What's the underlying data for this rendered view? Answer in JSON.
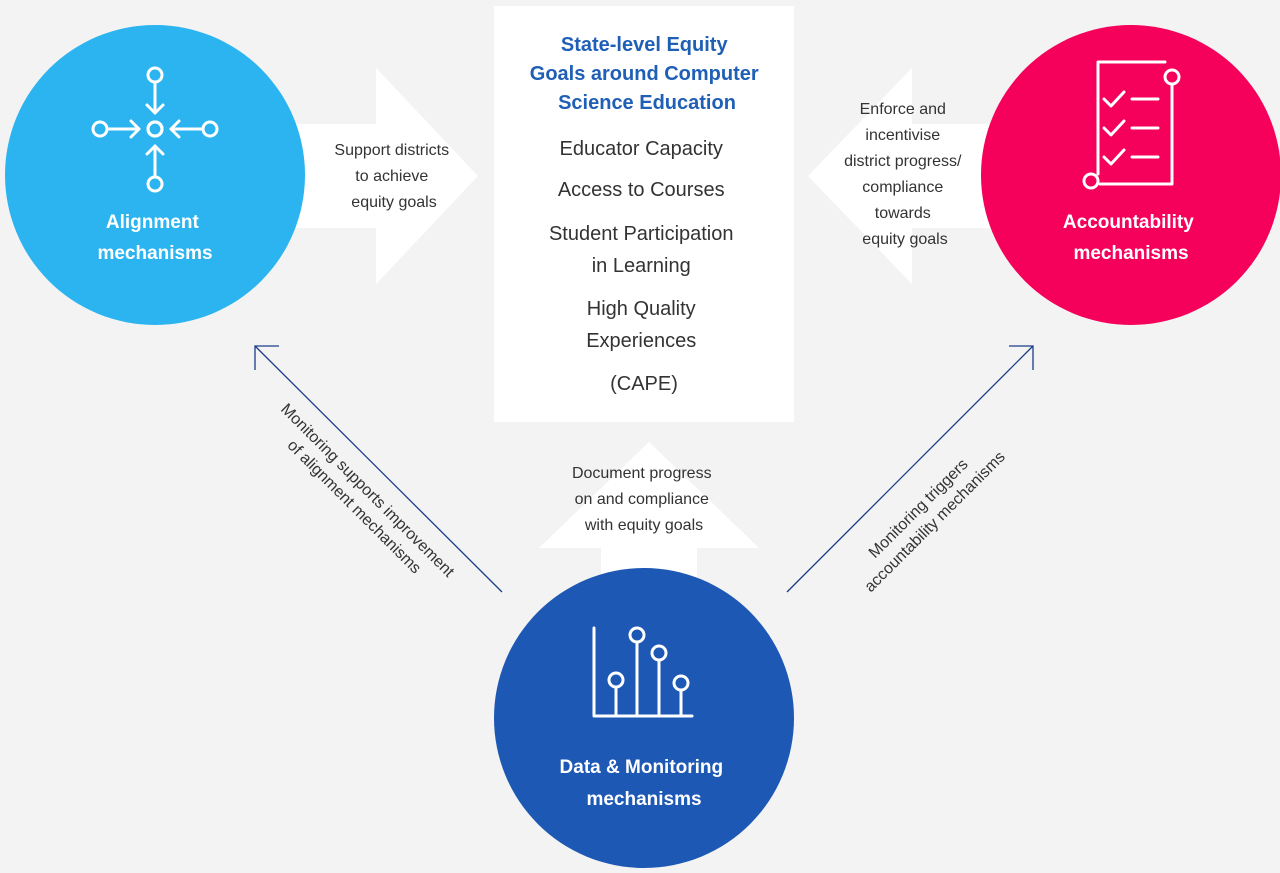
{
  "center_box": {
    "title_lines": [
      "State-level Equity",
      "Goals around Computer",
      "Science Education"
    ],
    "item_lines": [
      "Educator Capacity",
      "Access to Courses",
      "Student Participation",
      "in Learning",
      "High Quality",
      "Experiences",
      "(CAPE)"
    ]
  },
  "alignment": {
    "label_lines": [
      "Alignment",
      "mechanisms"
    ],
    "arrow_text": [
      "Support districts",
      "to achieve",
      "equity goals"
    ],
    "color": "#2bb4f0",
    "icon": "converging-arrows-icon"
  },
  "accountability": {
    "label_lines": [
      "Accountability",
      "mechanisms"
    ],
    "arrow_text": [
      "Enforce and",
      "incentivise",
      "district progress/",
      "compliance",
      "towards",
      "equity goals"
    ],
    "color": "#f5005a",
    "icon": "checklist-icon"
  },
  "data_monitoring": {
    "label_lines": [
      "Data & Monitoring",
      "mechanisms"
    ],
    "arrow_text": [
      "Document progress",
      "on and compliance",
      "with equity goals"
    ],
    "color": "#1d58b4",
    "icon": "lollipop-chart-icon"
  },
  "diagonals": {
    "left_lines": [
      "Monitoring supports improvement",
      "of alignment mechanisms"
    ],
    "right_lines": [
      "Monitoring triggers",
      "accountability mechanisms"
    ],
    "line_color": "#1a3d8a"
  },
  "colors": {
    "background": "#f3f3f3",
    "arrow_fill": "#ffffff",
    "box_fill": "#ffffff",
    "title_color": "#1f5fb5"
  }
}
